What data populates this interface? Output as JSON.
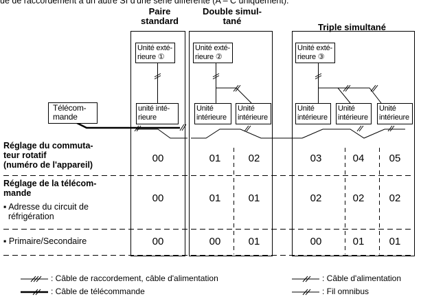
{
  "intro_text": "ue de raccordement à un autre SI d'une série différente (A – C uniquement).",
  "column_headers": {
    "pair": "Paire\nstandard",
    "double": "Double simul-\ntané",
    "triple": "Triple simultané"
  },
  "units": {
    "outdoor_1": "Unité exté-\nrieure ①",
    "outdoor_2": "Unité exté-\nrieure ②",
    "outdoor_3": "Unité exté-\nrieure ③",
    "indoor_pair": "unité inté-\nrieure",
    "indoor": "Unité\nintérieure",
    "remote": "Télécom-\nmande"
  },
  "rows": {
    "rotary_switch": "Réglage du commuta-\nteur rotatif\n(numéro de l'appareil)",
    "remote_setting": "Réglage de la télécom-\nmande",
    "circuit_address": "▪ Adresse du circuit de\n  réfrigération",
    "primary_secondary": "▪ Primaire/Secondaire"
  },
  "values": {
    "rotary_switch": [
      "00",
      "01",
      "02",
      "03",
      "04",
      "05"
    ],
    "circuit_address": [
      "00",
      "01",
      "01",
      "02",
      "02",
      "02"
    ],
    "primary_secondary": [
      "00",
      "00",
      "01",
      "00",
      "01",
      "01"
    ]
  },
  "legend": {
    "connection_cable": ": Câble de raccordement, câble d'alimentation",
    "power_cable": ": Câble d'alimentation",
    "remote_cable": ": Câble de télécommande",
    "bus_wire": ": Fil omnibus"
  }
}
